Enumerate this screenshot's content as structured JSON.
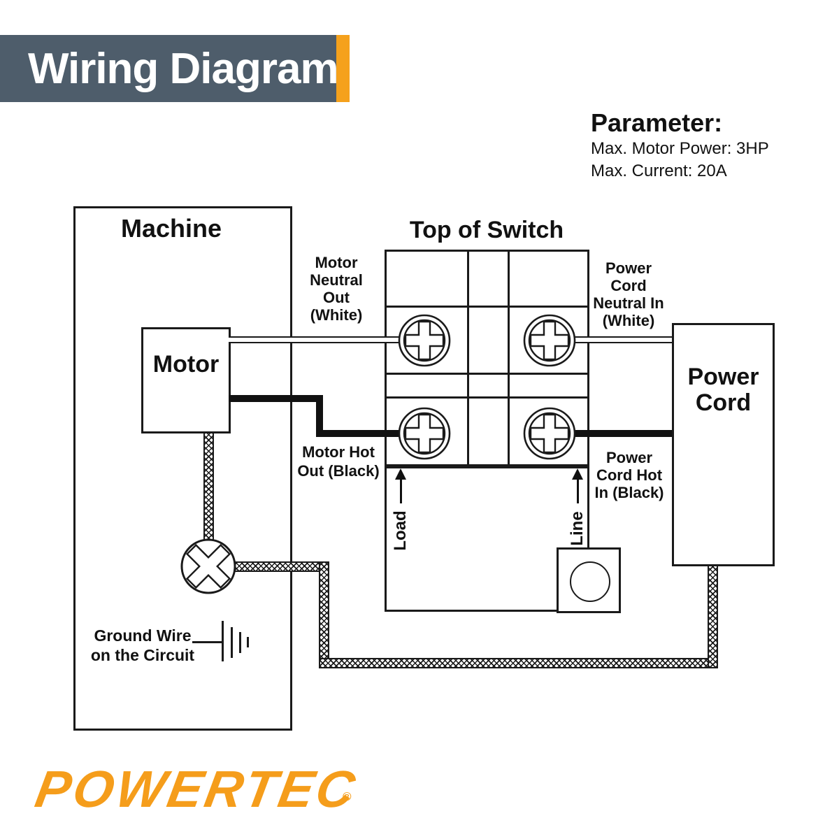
{
  "header": {
    "title": "Wiring Diagram"
  },
  "colors": {
    "header_bg": "#4e5d6b",
    "accent_orange": "#f5a11c",
    "brand_orange": "#f59d1b",
    "line_black": "#1a1a1a"
  },
  "parameters": {
    "title": "Parameter:",
    "items": [
      "Max. Motor Power: 3HP",
      "Max. Current: 20A"
    ]
  },
  "diagram": {
    "machine_label": "Machine",
    "motor_label": "Motor",
    "switch_title": "Top of Switch",
    "power_cord_label": [
      "Power",
      "Cord"
    ],
    "load_label": "Load",
    "line_label": "Line",
    "wire_labels": {
      "motor_neutral": [
        "Motor",
        "Neutral",
        "Out",
        "(White)"
      ],
      "power_cord_neutral": [
        "Power",
        "Cord",
        "Neutral In",
        "(White)"
      ],
      "motor_hot": [
        "Motor Hot",
        "Out (Black)"
      ],
      "power_cord_hot": [
        "Power",
        "Cord Hot",
        "In (Black)"
      ],
      "ground": [
        "Ground Wire",
        "on the Circuit"
      ]
    }
  },
  "footer": {
    "brand": "POWERTEC",
    "registered": "®"
  }
}
